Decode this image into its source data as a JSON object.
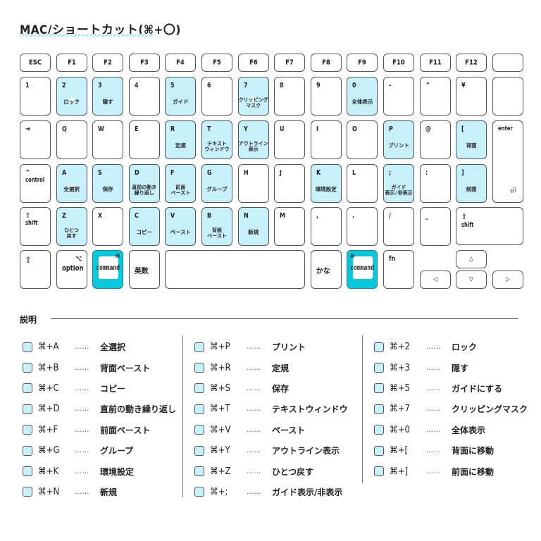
{
  "title": "MAC/ショートカット(⌘+〇)",
  "accent_color": "#0cc6dc",
  "highlight_color": "#c7f0fb",
  "keyboard": {
    "function_row": [
      "ESC",
      "F1",
      "F2",
      "F3",
      "F4",
      "F5",
      "F6",
      "F7",
      "F8",
      "F9",
      "F10",
      "F11",
      "F12",
      ""
    ],
    "number_row": [
      {
        "key": "1",
        "sub": "",
        "hl": false
      },
      {
        "key": "2",
        "sub": "ロック",
        "hl": true,
        "star": true
      },
      {
        "key": "3",
        "sub": "隠す",
        "hl": true
      },
      {
        "key": "4",
        "sub": "",
        "hl": false
      },
      {
        "key": "5",
        "sub": "ガイド",
        "hl": true
      },
      {
        "key": "6",
        "sub": "",
        "hl": false
      },
      {
        "key": "7",
        "sub": "クリッピング\nマスク",
        "hl": true,
        "star": true
      },
      {
        "key": "8",
        "sub": "",
        "hl": false
      },
      {
        "key": "9",
        "sub": "",
        "hl": false
      },
      {
        "key": "0",
        "sub": "全体表示",
        "hl": true
      },
      {
        "key": "-",
        "sub": "",
        "hl": false
      },
      {
        "key": "^",
        "sub": "",
        "hl": false
      },
      {
        "key": "¥",
        "sub": "",
        "hl": false
      },
      {
        "key": "",
        "sub": "",
        "hl": false
      }
    ],
    "q_row": [
      {
        "key": "⇥",
        "sub": "",
        "hl": false
      },
      {
        "key": "Q",
        "sub": "",
        "hl": false
      },
      {
        "key": "W",
        "sub": "",
        "hl": false
      },
      {
        "key": "E",
        "sub": "",
        "hl": false
      },
      {
        "key": "R",
        "sub": "定規",
        "hl": true
      },
      {
        "key": "T",
        "sub": "テキスト\nウィンドウ",
        "hl": true
      },
      {
        "key": "Y",
        "sub": "アウトライン\n表示",
        "hl": true
      },
      {
        "key": "U",
        "sub": "",
        "hl": false
      },
      {
        "key": "I",
        "sub": "",
        "hl": false
      },
      {
        "key": "O",
        "sub": "",
        "hl": false
      },
      {
        "key": "P",
        "sub": "プリント",
        "hl": true
      },
      {
        "key": "@",
        "sub": "",
        "hl": false
      },
      {
        "key": "[",
        "sub": "背面",
        "hl": true
      }
    ],
    "enter": {
      "label": "enter",
      "glyph": "⏎"
    },
    "a_row": [
      {
        "key": "^\ncontrol",
        "sub": "",
        "hl": false
      },
      {
        "key": "A",
        "sub": "全選択",
        "hl": true,
        "star": true
      },
      {
        "key": "S",
        "sub": "保存",
        "hl": true
      },
      {
        "key": "D",
        "sub": "直前の動き\n繰り返し",
        "hl": true
      },
      {
        "key": "F",
        "sub": "前面\nペースト",
        "hl": true,
        "star": true
      },
      {
        "key": "G",
        "sub": "グループ",
        "hl": true
      },
      {
        "key": "H",
        "sub": "",
        "hl": false
      },
      {
        "key": "J",
        "sub": "",
        "hl": false
      },
      {
        "key": "K",
        "sub": "環境設定",
        "hl": true
      },
      {
        "key": "L",
        "sub": "",
        "hl": false
      },
      {
        "key": ";",
        "sub": "ガイド\n表示/非表示",
        "hl": true
      },
      {
        "key": ":",
        "sub": "",
        "hl": false
      },
      {
        "key": "]",
        "sub": "前面",
        "hl": true
      }
    ],
    "z_row": [
      {
        "key": "⇧\nshift",
        "sub": "",
        "hl": false
      },
      {
        "key": "Z",
        "sub": "ひとつ\n戻す",
        "hl": true
      },
      {
        "key": "X",
        "sub": "",
        "hl": false
      },
      {
        "key": "C",
        "sub": "コピー",
        "hl": true
      },
      {
        "key": "V",
        "sub": "ペースト",
        "hl": true
      },
      {
        "key": "B",
        "sub": "背面\nペースト",
        "hl": true
      },
      {
        "key": "N",
        "sub": "新規",
        "hl": true
      },
      {
        "key": "M",
        "sub": "",
        "hl": false
      },
      {
        "key": ",",
        "sub": "",
        "hl": false
      },
      {
        "key": ".",
        "sub": "",
        "hl": false
      },
      {
        "key": "/",
        "sub": "",
        "hl": false
      },
      {
        "key": "_",
        "sub": "",
        "hl": false
      }
    ],
    "right_shift": "⇧\nshift",
    "bottom_row": {
      "caps": "⇪",
      "option_glyph": "⌥",
      "option": "option",
      "cmd_glyph": "⌘",
      "command": "command",
      "eisu": "英数",
      "kana": "かな",
      "fn": "fn",
      "arrow_up": "△",
      "arrow_left": "◁",
      "arrow_down": "▽",
      "arrow_right": "▷"
    }
  },
  "legend": {
    "heading": "説明",
    "dots": "……",
    "columns": [
      [
        {
          "combo": "⌘+A",
          "desc": "全選択"
        },
        {
          "combo": "⌘+B",
          "desc": "背面ペースト"
        },
        {
          "combo": "⌘+C",
          "desc": "コピー"
        },
        {
          "combo": "⌘+D",
          "desc": "直前の動き繰り返し"
        },
        {
          "combo": "⌘+F",
          "desc": "前面ペースト"
        },
        {
          "combo": "⌘+G",
          "desc": "グループ"
        },
        {
          "combo": "⌘+K",
          "desc": "環境設定"
        },
        {
          "combo": "⌘+N",
          "desc": "新規"
        }
      ],
      [
        {
          "combo": "⌘+P",
          "desc": "プリント"
        },
        {
          "combo": "⌘+R",
          "desc": "定規"
        },
        {
          "combo": "⌘+S",
          "desc": "保存"
        },
        {
          "combo": "⌘+T",
          "desc": "テキストウィンドウ"
        },
        {
          "combo": "⌘+V",
          "desc": "ペースト"
        },
        {
          "combo": "⌘+Y",
          "desc": "アウトライン表示"
        },
        {
          "combo": "⌘+Z",
          "desc": "ひとつ戻す"
        },
        {
          "combo": "⌘+;",
          "desc": "ガイド表示/非表示"
        }
      ],
      [
        {
          "combo": "⌘+2",
          "desc": "ロック"
        },
        {
          "combo": "⌘+3",
          "desc": "隠す"
        },
        {
          "combo": "⌘+5",
          "desc": "ガイドにする"
        },
        {
          "combo": "⌘+7",
          "desc": "クリッピングマスク"
        },
        {
          "combo": "⌘+0",
          "desc": "全体表示"
        },
        {
          "combo": "⌘+[",
          "desc": "背面に移動"
        },
        {
          "combo": "⌘+]",
          "desc": "前面に移動"
        }
      ]
    ]
  }
}
